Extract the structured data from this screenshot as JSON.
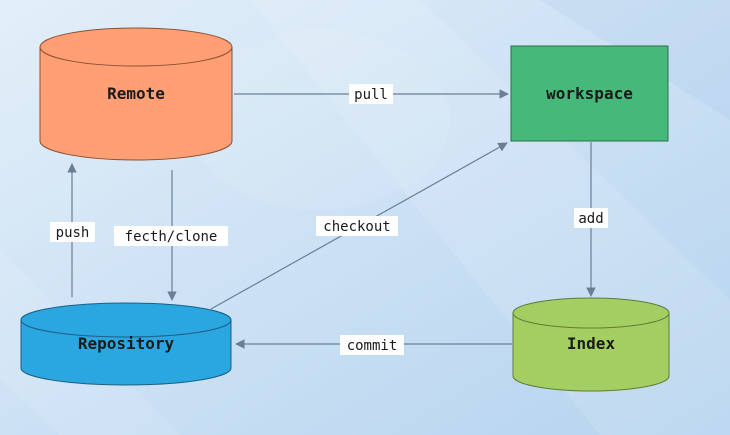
{
  "nodes": {
    "remote": {
      "label": "Remote",
      "fill": "#ff9f73",
      "stroke": "#8a4f33"
    },
    "workspace": {
      "label": "workspace",
      "fill": "#46b97a",
      "stroke": "#2d6f49"
    },
    "repository": {
      "label": "Repository",
      "fill": "#2aa6e1",
      "stroke": "#1d5f85"
    },
    "index": {
      "label": "Index",
      "fill": "#a3cf62",
      "stroke": "#5f7b35"
    }
  },
  "edges": {
    "pull": "pull",
    "push": "push",
    "fetch_clone": "fecth/clone",
    "checkout": "checkout",
    "add": "add",
    "commit": "commit"
  },
  "colors": {
    "background_light": "#dbeaf7",
    "background_mid": "#b8d5f0",
    "arrow": "#6a7f94"
  }
}
